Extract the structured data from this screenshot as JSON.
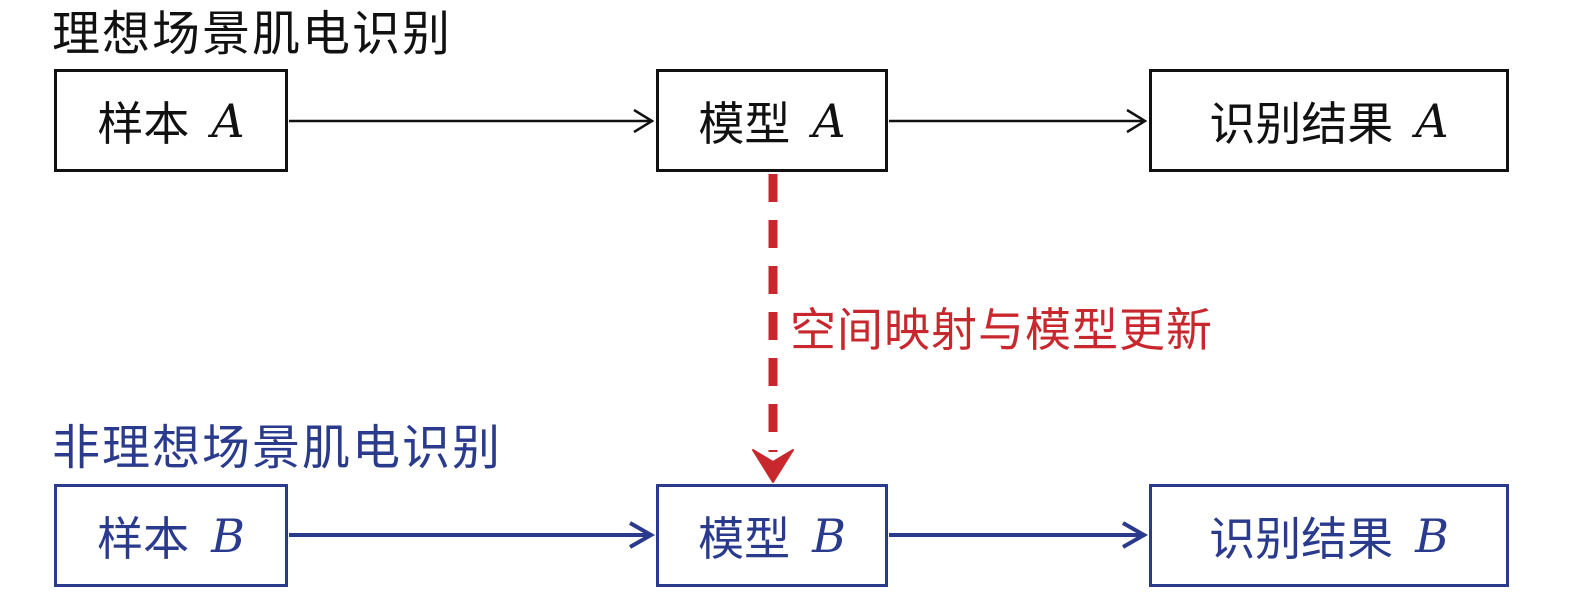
{
  "diagram": {
    "ideal_heading": "理想场景肌电识别",
    "nonideal_heading": "非理想场景肌电识别",
    "row_a": {
      "sample": {
        "label": "样本",
        "var": "A"
      },
      "model": {
        "label": "模型",
        "var": "A"
      },
      "result": {
        "label": "识别结果",
        "var": "A"
      }
    },
    "row_b": {
      "sample": {
        "label": "样本",
        "var": "B"
      },
      "model": {
        "label": "模型",
        "var": "B"
      },
      "result": {
        "label": "识别结果",
        "var": "B"
      }
    },
    "mapping_label": "空间映射与模型更新"
  },
  "colors": {
    "row_a": "#111111",
    "row_b": "#2a3a8c",
    "mapping": "#c8282d"
  }
}
